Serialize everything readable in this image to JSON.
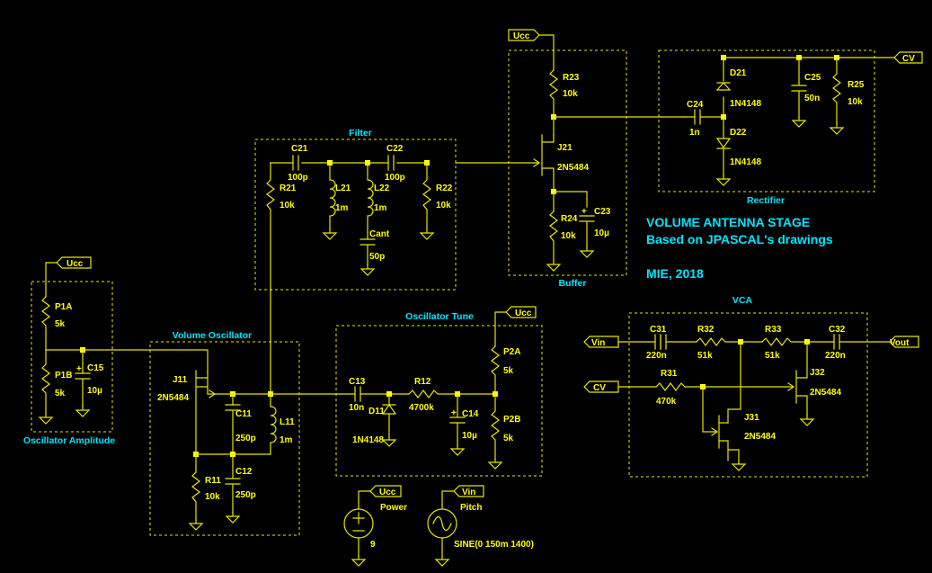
{
  "blocks": {
    "filter": "Filter",
    "buffer": "Buffer",
    "rectifier": "Rectifier",
    "vco": "Volume Oscillator",
    "tune": "Oscillator Tune",
    "amp": "Oscillator Amplitude",
    "vca": "VCA"
  },
  "title": {
    "line1": "VOLUME ANTENNA STAGE",
    "line2": "Based on JPASCAL's drawings",
    "line3": "MIE, 2018"
  },
  "flags": {
    "ucc": "Ucc",
    "cv": "CV",
    "vin": "Vin",
    "vout": "Vout"
  },
  "sources": {
    "power": {
      "name": "Power",
      "value": "9"
    },
    "pitch": {
      "name": "Pitch",
      "value": "SINE(0 150m 1400)"
    }
  },
  "components": {
    "R23": {
      "ref": "R23",
      "val": "10k"
    },
    "J21": {
      "ref": "J21",
      "val": "2N5484"
    },
    "R24": {
      "ref": "R24",
      "val": "10k"
    },
    "C23": {
      "ref": "C23",
      "val": "10µ"
    },
    "C24": {
      "ref": "C24",
      "val": "1n"
    },
    "D21": {
      "ref": "D21",
      "val": "1N4148"
    },
    "D22": {
      "ref": "D22",
      "val": "1N4148"
    },
    "C25": {
      "ref": "C25",
      "val": "50n"
    },
    "R25": {
      "ref": "R25",
      "val": "10k"
    },
    "C21": {
      "ref": "C21",
      "val": "100p"
    },
    "C22": {
      "ref": "C22",
      "val": "100p"
    },
    "R21": {
      "ref": "R21",
      "val": "10k"
    },
    "L21": {
      "ref": "L21",
      "val": "1m"
    },
    "L22": {
      "ref": "L22",
      "val": "1m"
    },
    "Cant": {
      "ref": "Cant",
      "val": "50p"
    },
    "R22": {
      "ref": "R22",
      "val": "10k"
    },
    "P1A": {
      "ref": "P1A",
      "val": "5k"
    },
    "P1B": {
      "ref": "P1B",
      "val": "5k"
    },
    "C15": {
      "ref": "C15",
      "val": "10µ"
    },
    "J11": {
      "ref": "J11",
      "val": "2N5484"
    },
    "C11": {
      "ref": "C11",
      "val": "250p"
    },
    "L11": {
      "ref": "L11",
      "val": "1m"
    },
    "R11": {
      "ref": "R11",
      "val": "10k"
    },
    "C12": {
      "ref": "C12",
      "val": "250p"
    },
    "C13": {
      "ref": "C13",
      "val": "10n"
    },
    "D11": {
      "ref": "D11",
      "val": "1N4148"
    },
    "R12": {
      "ref": "R12",
      "val": "4700k"
    },
    "C14": {
      "ref": "C14",
      "val": "10µ"
    },
    "P2A": {
      "ref": "P2A",
      "val": "5k"
    },
    "P2B": {
      "ref": "P2B",
      "val": "5k"
    },
    "C31": {
      "ref": "C31",
      "val": "220n"
    },
    "R32": {
      "ref": "R32",
      "val": "51k"
    },
    "R33": {
      "ref": "R33",
      "val": "51k"
    },
    "C32": {
      "ref": "C32",
      "val": "220n"
    },
    "R31": {
      "ref": "R31",
      "val": "470k"
    },
    "J32": {
      "ref": "J32",
      "val": "2N5484"
    },
    "J31": {
      "ref": "J31",
      "val": "2N5484"
    }
  }
}
